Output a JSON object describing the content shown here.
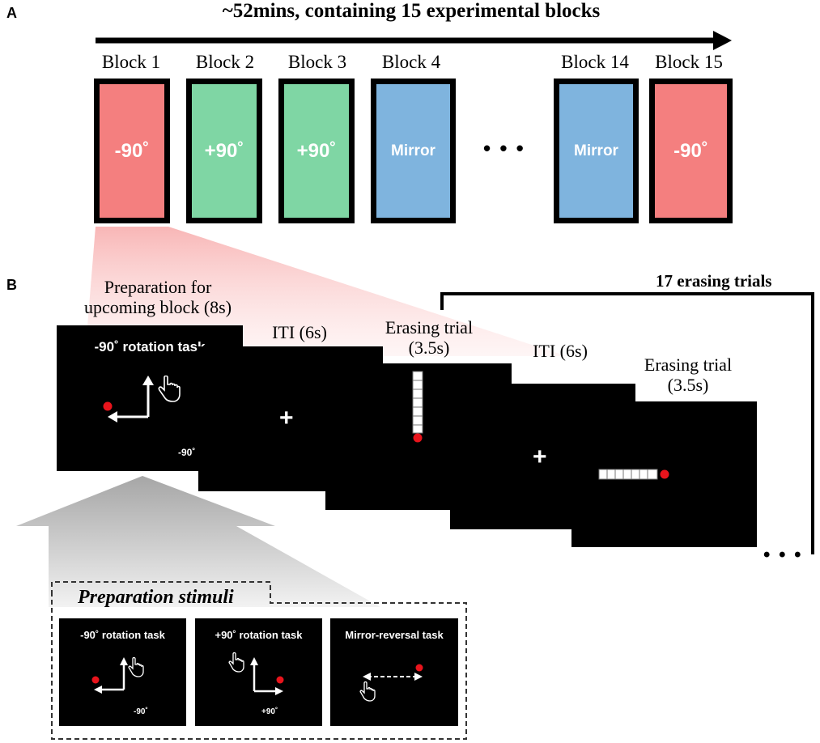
{
  "panel_a": {
    "label": "A",
    "timeline_title": "~52mins, containing 15 experimental blocks",
    "ellipsis": "• • •",
    "blocks": [
      {
        "label": "Block 1",
        "condition": "-90˚",
        "color": "#f47f7f"
      },
      {
        "label": "Block 2",
        "condition": "+90˚",
        "color": "#7fd6a4"
      },
      {
        "label": "Block 3",
        "condition": "+90˚",
        "color": "#7fd6a4"
      },
      {
        "label": "Block 4",
        "condition": "Mirror",
        "color": "#7fb4de"
      },
      {
        "label": "Block 14",
        "condition": "Mirror",
        "color": "#7fb4de"
      },
      {
        "label": "Block 15",
        "condition": "-90˚",
        "color": "#f47f7f"
      }
    ]
  },
  "panel_b": {
    "label": "B",
    "bracket_label": "17 erasing trials",
    "ellipsis": "• • •",
    "screens": {
      "prep": {
        "caption_line1": "Preparation for",
        "caption_line2": "upcoming block (8s)",
        "title": "-90˚ rotation task",
        "angle": "-90˚"
      },
      "iti1": {
        "caption": "ITI (6s)",
        "fixation": "+"
      },
      "erase1": {
        "caption_line1": "Erasing trial",
        "caption_line2": "(3.5s)"
      },
      "iti2": {
        "caption": "ITI (6s)",
        "fixation": "+"
      },
      "erase2": {
        "caption_line1": "Erasing trial",
        "caption_line2": "(3.5s)"
      }
    },
    "prep_stimuli": {
      "title": "Preparation stimuli",
      "items": [
        {
          "title": "-90˚ rotation  task",
          "angle": "-90˚"
        },
        {
          "title": "+90˚ rotation  task",
          "angle": "+90˚"
        },
        {
          "title": "Mirror-reversal task",
          "angle": ""
        }
      ]
    }
  },
  "colors": {
    "red_dot": "#e8141c",
    "fixation": "#ffffff"
  }
}
